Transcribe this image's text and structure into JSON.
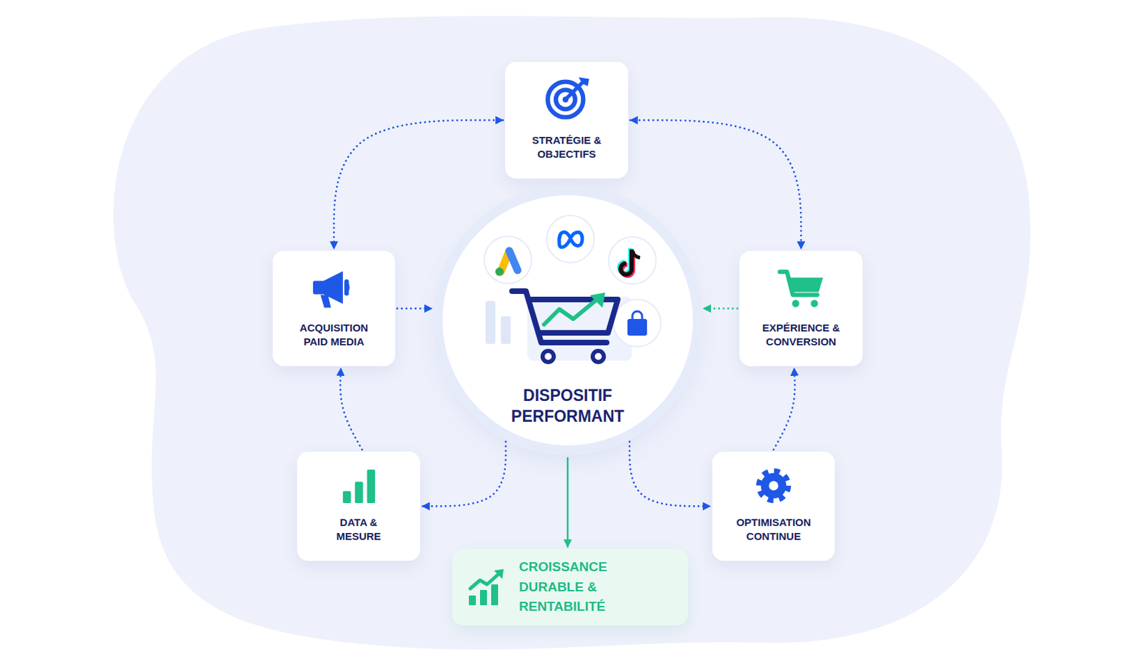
{
  "diagram": {
    "nodes": [
      {
        "text": [
          "STRATÉGIE & OBJECTIFS"
        ]
      },
      {
        "text": [
          "ACQUISITION PAID MEDIA"
        ]
      },
      {
        "text": [
          "DISPOSITIF PERFORMANT"
        ]
      },
      {
        "text": [
          "EXPÉRIENCE & CONVERSION"
        ]
      },
      {
        "text": [
          "DATA & MESURE"
        ]
      },
      {
        "text": [
          "OPTIMISATION CONTINUE"
        ]
      },
      {
        "text": [
          "CROISSANCE DURABLE & RENTABILITÉ"
        ]
      }
    ],
    "edges": [
      {
        "from": 0,
        "to": 1,
        "arrow": "both"
      },
      {
        "from": 0,
        "to": 3,
        "arrow": "both"
      },
      {
        "from": 1,
        "to": 2,
        "arrow": "to"
      },
      {
        "from": 3,
        "to": 2,
        "arrow": "to"
      },
      {
        "from": 4,
        "to": 1,
        "arrow": "to"
      },
      {
        "from": 5,
        "to": 3,
        "arrow": "to"
      },
      {
        "from": 2,
        "to": 4,
        "arrow": "to"
      },
      {
        "from": 2,
        "to": 5,
        "arrow": "to"
      },
      {
        "from": 2,
        "to": 6,
        "arrow": "to"
      }
    ]
  }
}
